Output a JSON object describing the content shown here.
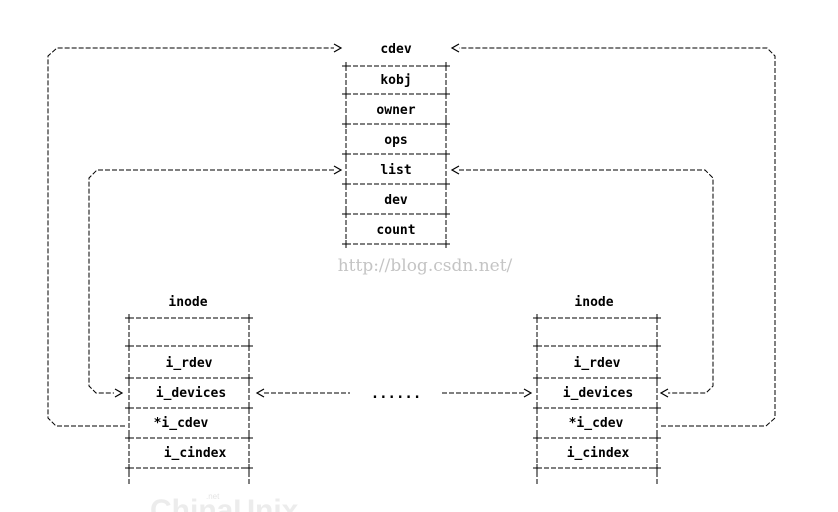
{
  "cdev_box": {
    "title": "cdev",
    "fields": [
      "kobj",
      "owner",
      "ops",
      "list",
      "dev",
      "count"
    ]
  },
  "inode_left": {
    "title": "inode",
    "fields": [
      "",
      "i_rdev",
      "i_devices",
      "*i_cdev",
      "i_cindex"
    ]
  },
  "inode_right": {
    "title": "inode",
    "fields": [
      "",
      "i_rdev",
      "i_devices",
      "*i_cdev",
      "i_cindex"
    ]
  },
  "ellipsis": "......",
  "watermark": "http://blog.csdn.net/",
  "logo": {
    "text": "ChinaUnix",
    "superscript": ".net"
  }
}
